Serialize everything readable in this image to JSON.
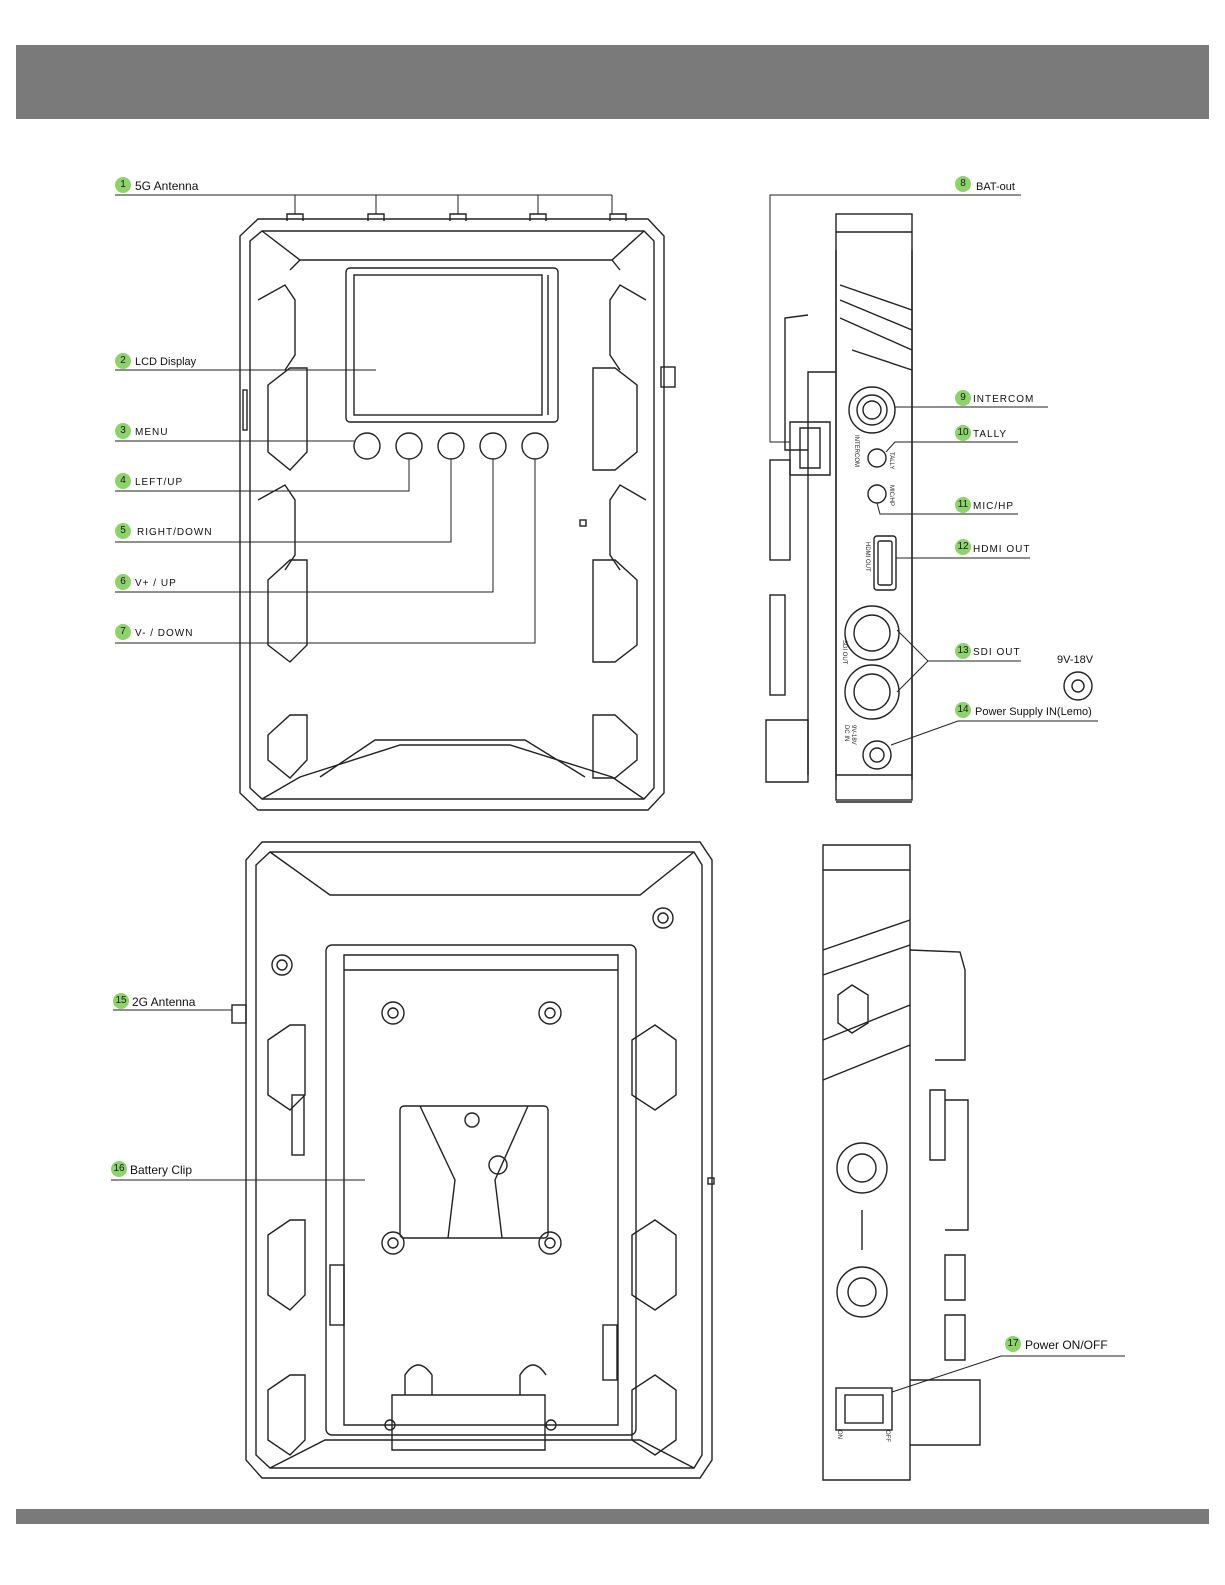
{
  "callouts": [
    {
      "num": "1",
      "label": "5G Antenna"
    },
    {
      "num": "2",
      "label": "LCD Display"
    },
    {
      "num": "3",
      "label": "MENU"
    },
    {
      "num": "4",
      "label": "LEFT/UP"
    },
    {
      "num": "5",
      "label": "RIGHT/DOWN"
    },
    {
      "num": "6",
      "label": "V+ / UP"
    },
    {
      "num": "7",
      "label": "V- / DOWN"
    },
    {
      "num": "8",
      "label": "BAT-out"
    },
    {
      "num": "9",
      "label": "INTERCOM"
    },
    {
      "num": "10",
      "label": "TALLY"
    },
    {
      "num": "11",
      "label": "MIC/HP"
    },
    {
      "num": "12",
      "label": "HDMI OUT"
    },
    {
      "num": "13",
      "label": "SDI OUT"
    },
    {
      "num": "14",
      "label": "Power Supply IN(Lemo)"
    },
    {
      "num": "15",
      "label": "2G Antenna"
    },
    {
      "num": "16",
      "label": "Battery Clip"
    },
    {
      "num": "17",
      "label": "Power ON/OFF"
    }
  ],
  "voltage_label": "9V-18V",
  "device_markings": {
    "intercom": "INTERCOM",
    "tally": "TALLY",
    "mic_hp": "MIC/HP",
    "hdmi": "HDMI OUT",
    "sdi": "SDI OUT",
    "dc_in": "DC IN",
    "dc_range": "9V-18V",
    "switch_on": "ON",
    "switch_off": "OFF"
  },
  "colors": {
    "bar": "#7a7a7a",
    "callout": "#8cd36a",
    "line": "#222222"
  }
}
